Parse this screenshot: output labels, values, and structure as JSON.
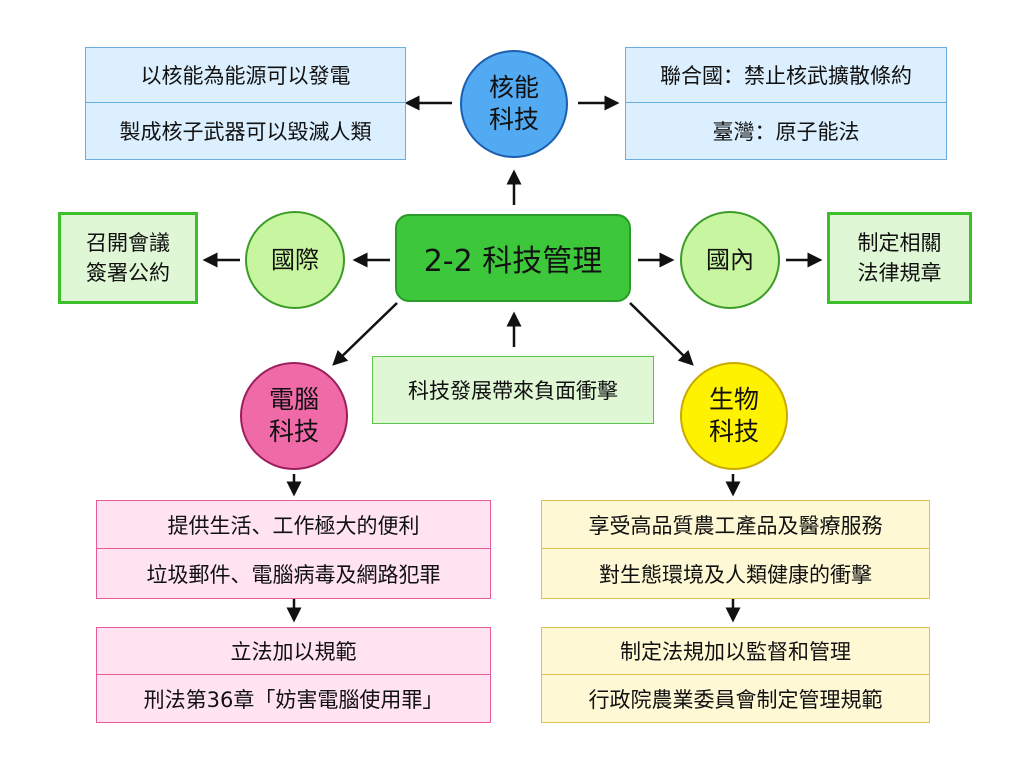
{
  "center": "2-2 科技管理",
  "nuclear": {
    "circle": [
      "核能",
      "科技"
    ],
    "left": [
      "以核能為能源可以發電",
      "製成核子武器可以毀滅人類"
    ],
    "right": [
      "聯合國：禁止核武擴散條約",
      "臺灣：原子能法"
    ]
  },
  "international": {
    "circle": "國際",
    "box": [
      "召開會議",
      "簽署公約"
    ]
  },
  "domestic": {
    "circle": "國內",
    "box": [
      "制定相關",
      "法律規章"
    ]
  },
  "impact": "科技發展帶來負面衝擊",
  "computer": {
    "circle": [
      "電腦",
      "科技"
    ],
    "effects": [
      "提供生活、工作極大的便利",
      "垃圾郵件、電腦病毒及網路犯罪"
    ],
    "management": [
      "立法加以規範",
      "刑法第36章「妨害電腦使用罪」"
    ]
  },
  "biotech": {
    "circle": [
      "生物",
      "科技"
    ],
    "effects": [
      "享受高品質農工產品及醫療服務",
      "對生態環境及人類健康的衝擊"
    ],
    "management": [
      "制定法規加以監督和管理",
      "行政院農業委員會制定管理規範"
    ]
  }
}
